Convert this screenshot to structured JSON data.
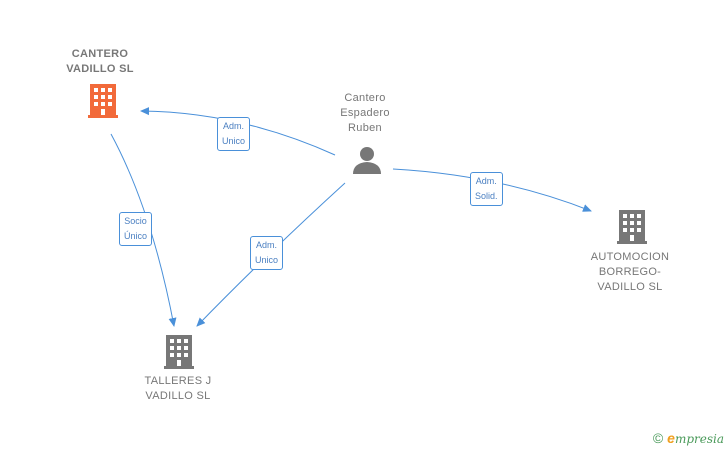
{
  "nodes": {
    "cantero_vadillo": {
      "label": "CANTERO\nVADILLO  SL",
      "type": "company",
      "color": "#f26a3a"
    },
    "person": {
      "label": "Cantero\nEspadero\nRuben",
      "type": "person",
      "color": "#777777"
    },
    "automocion": {
      "label": "AUTOMOCION\nBORREGO-\nVADILLO  SL",
      "type": "company",
      "color": "#777777"
    },
    "talleres": {
      "label": "TALLERES J\nVADILLO  SL",
      "type": "company",
      "color": "#777777"
    }
  },
  "edges": [
    {
      "from": "person",
      "to": "cantero_vadillo",
      "label": "Adm.\nUnico"
    },
    {
      "from": "person",
      "to": "automocion",
      "label": "Adm.\nSolid."
    },
    {
      "from": "person",
      "to": "talleres",
      "label": "Adm.\nUnico"
    },
    {
      "from": "cantero_vadillo",
      "to": "talleres",
      "label": "Socio\nÚnico"
    }
  ],
  "colors": {
    "edge": "#4a90d9"
  },
  "brand": {
    "copyright": "©",
    "e": "e",
    "rest": "mpresia"
  }
}
